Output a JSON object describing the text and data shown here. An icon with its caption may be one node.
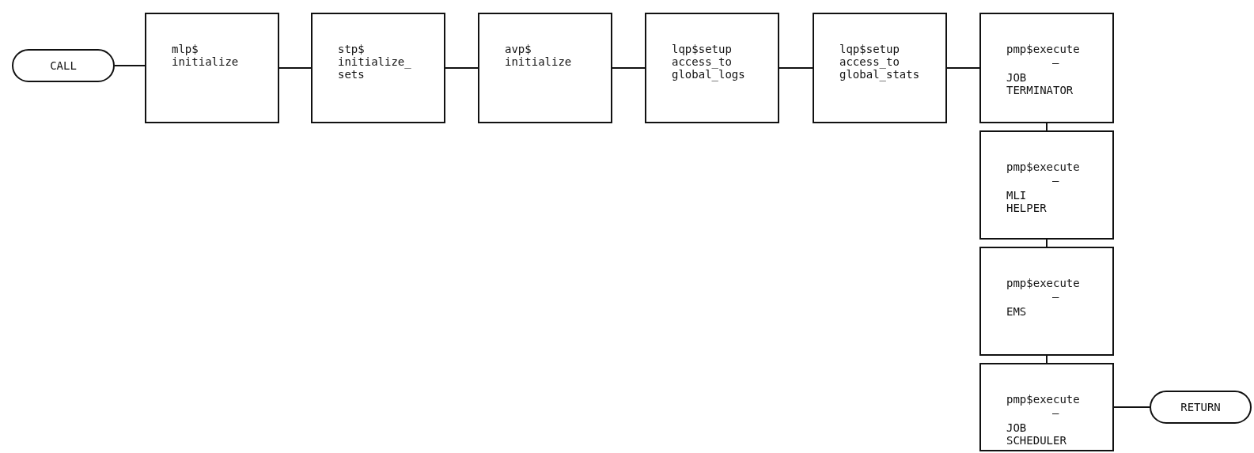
{
  "diagram": {
    "nodes": [
      {
        "text": [
          "CALL"
        ]
      },
      {
        "text": [
          "mlp$ initialize"
        ]
      },
      {
        "text": [
          "stp$ initialize_ sets"
        ]
      },
      {
        "text": [
          "avp$ initialize"
        ]
      },
      {
        "text": [
          "lqp$setup access_to global_logs"
        ]
      },
      {
        "text": [
          "lqp$setup access_to global_stats"
        ]
      },
      {
        "text": [
          "pmp$execute",
          "—",
          "JOB TERMINATOR"
        ]
      },
      {
        "text": [
          "pmp$execute",
          "—",
          "MLI HELPER"
        ]
      },
      {
        "text": [
          "pmp$execute",
          "—",
          "EMS"
        ]
      },
      {
        "text": [
          "pmp$execute",
          "—",
          "JOB SCHEDULER"
        ]
      },
      {
        "text": [
          "RETURN"
        ]
      }
    ],
    "edges": [
      {
        "from": 0,
        "to": 1,
        "arrow": "none"
      },
      {
        "from": 1,
        "to": 2,
        "arrow": "none"
      },
      {
        "from": 2,
        "to": 3,
        "arrow": "none"
      },
      {
        "from": 3,
        "to": 4,
        "arrow": "none"
      },
      {
        "from": 4,
        "to": 5,
        "arrow": "none"
      },
      {
        "from": 5,
        "to": 6,
        "arrow": "none"
      },
      {
        "from": 6,
        "to": 7,
        "arrow": "none"
      },
      {
        "from": 7,
        "to": 8,
        "arrow": "none"
      },
      {
        "from": 8,
        "to": 9,
        "arrow": "none"
      },
      {
        "from": 9,
        "to": 10,
        "arrow": "none"
      }
    ]
  }
}
